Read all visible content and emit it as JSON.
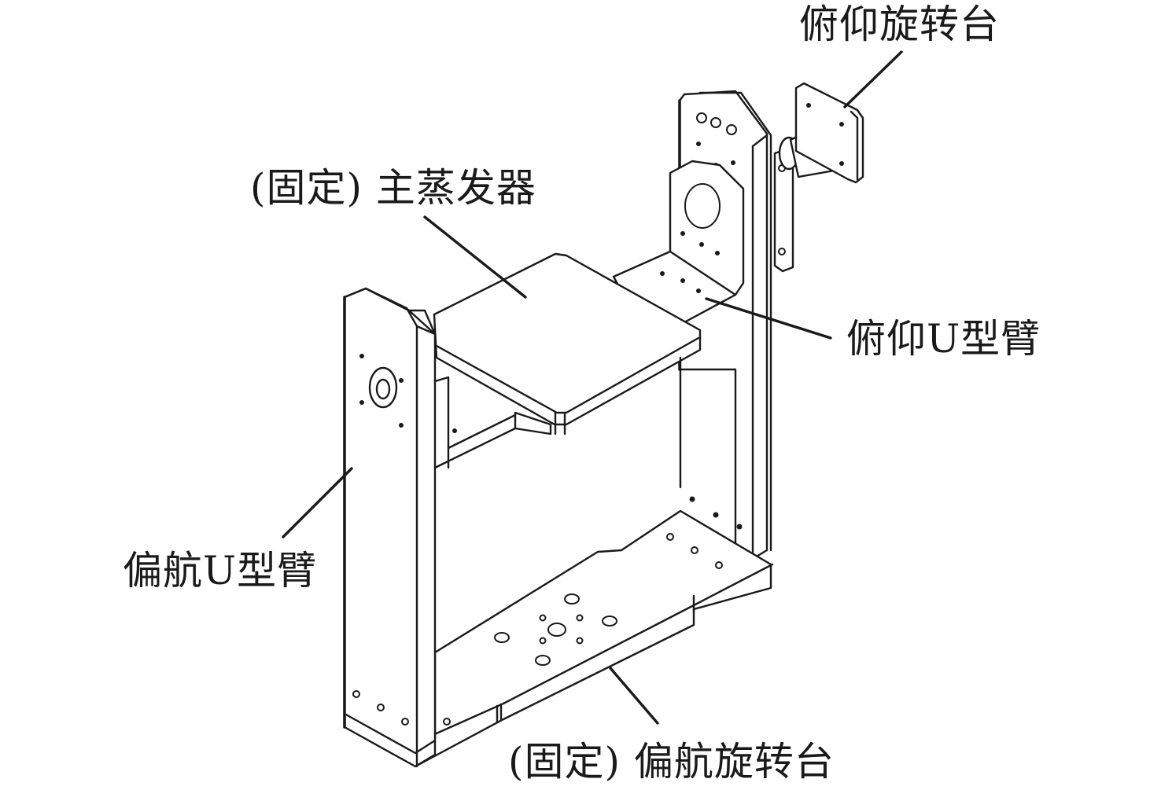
{
  "figure": {
    "labels": {
      "pitch_rotary_stage": "俯仰旋转台",
      "fixed_main_evaporator": "(固定) 主蒸发器",
      "pitch_u_arm": "俯仰U型臂",
      "yaw_u_arm": "偏航U型臂",
      "fixed_yaw_rotary_stage": "(固定) 偏航旋转台"
    },
    "colors": {
      "line": "#1a1a1a",
      "background": "#ffffff"
    }
  }
}
